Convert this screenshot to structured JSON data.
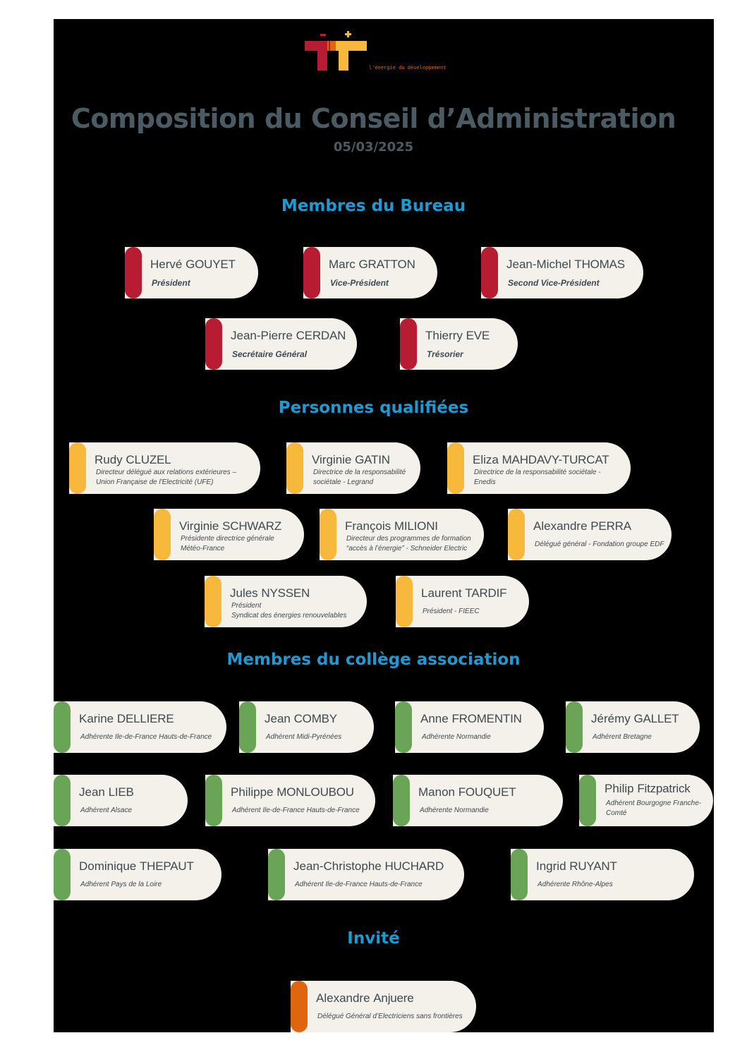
{
  "header": {
    "tagline": "l'énergie du développement",
    "title": "Composition du Conseil d’Administration",
    "date": "05/03/2025"
  },
  "colors": {
    "bureau": "#b81c32",
    "qualifiees": "#f6b93b",
    "association": "#6aa557",
    "invite": "#e0650f",
    "section_title": "#1d9ad1"
  },
  "sections": {
    "bureau": "Membres du Bureau",
    "qualifiees": "Personnes qualifiées",
    "association": "Membres du collège association",
    "invite": "Invité"
  },
  "bureau": [
    {
      "first": "Hervé",
      "last": "GOUYET",
      "role": "Président"
    },
    {
      "first": "Marc",
      "last": "GRATTON",
      "role": "Vice-Président"
    },
    {
      "first": "Jean-Michel",
      "last": "THOMAS",
      "role": "Second Vice-Président"
    },
    {
      "first": "Jean-Pierre",
      "last": "CERDAN",
      "role": "Secrétaire Général"
    },
    {
      "first": "Thierry",
      "last": "EVE",
      "role": "Trésorier"
    }
  ],
  "qualifiees": [
    {
      "first": "Rudy",
      "last": "CLUZEL",
      "desc": "Directeur délégué aux relations extérieures –\nUnion Française de l'Electricité (UFE)"
    },
    {
      "first": "Virginie",
      "last": "GATIN",
      "desc": "Directrice de la responsabilité\nsociétale - Legrand"
    },
    {
      "first": "Eliza",
      "last": "MAHDAVY-TURCAT",
      "desc": "Directrice de la responsabilité sociétale -\nEnedis"
    },
    {
      "first": "Virginie",
      "last": "SCHWARZ",
      "desc": "Présidente directrice générale\nMétéo-France"
    },
    {
      "first": "François",
      "last": "MILIONI",
      "desc": "Directeur des programmes de formation\n“accès à l’énergie” - Schneider Electric"
    },
    {
      "first": "Alexandre",
      "last": "PERRA",
      "desc": "Délégué général - Fondation groupe EDF"
    },
    {
      "first": "Jules",
      "last": "NYSSEN",
      "desc": "Président\nSyndicat des énergies renouvelables"
    },
    {
      "first": "Laurent",
      "last": "TARDIF",
      "desc": "Président - FIEEC"
    }
  ],
  "association": [
    {
      "first": "Karine",
      "last": "DELLIERE",
      "desc": "Adhérente  Ile-de-France  Hauts-de-France"
    },
    {
      "first": "Jean",
      "last": "COMBY",
      "desc": "Adhérent  Midi-Pyrénées"
    },
    {
      "first": "Anne",
      "last": "FROMENTIN",
      "desc": "Adhérente Normandie"
    },
    {
      "first": "Jérémy",
      "last": "GALLET",
      "desc": "Adhérent Bretagne"
    },
    {
      "first": "Jean",
      "last": "LIEB",
      "desc": "Adhérent Alsace"
    },
    {
      "first": "Philippe",
      "last": "MONLOUBOU",
      "desc": "Adhérent  Ile-de-France  Hauts-de-France"
    },
    {
      "first": "Manon",
      "last": "FOUQUET",
      "desc": "Adhérente Normandie"
    },
    {
      "first": "Philip",
      "last": "Fitzpatrick",
      "desc": "Adhérent Bourgogne Franche-\nComté"
    },
    {
      "first": "Dominique",
      "last": "THEPAUT",
      "desc": "Adhérent Pays de la Loire"
    },
    {
      "first": "Jean-Christophe",
      "last": "HUCHARD",
      "desc": "Adhérent  Ile-de-France  Hauts-de-France"
    },
    {
      "first": "Ingrid",
      "last": "RUYANT",
      "desc": "Adhérente  Rhône-Alpes"
    }
  ],
  "invite": [
    {
      "first": "Alexandre",
      "last": "Anjuere",
      "desc": "Délégué Général d’Electriciens sans frontières"
    }
  ]
}
